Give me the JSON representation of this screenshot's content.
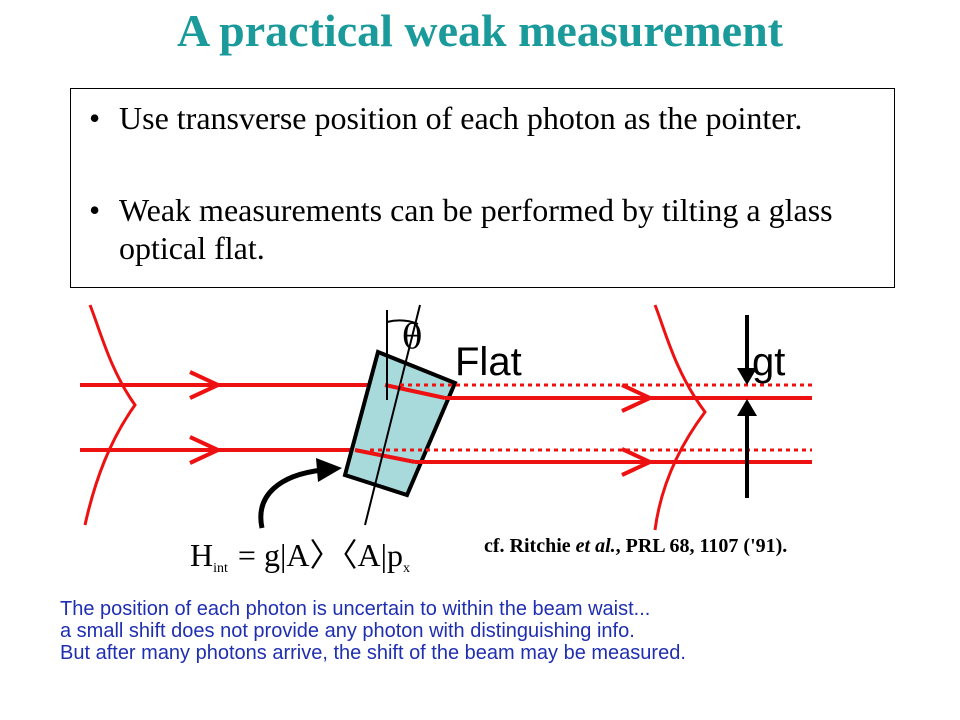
{
  "title": "A practical weak measurement",
  "bullets": [
    "Use transverse position of each photon as the pointer.",
    "Weak measurements can be performed by tilting a glass optical flat."
  ],
  "diagram": {
    "theta_label": "θ",
    "flat_label": "Flat",
    "shift_label": "gt",
    "hamiltonian": {
      "H": "H",
      "H_sub": "int",
      "rhs": "= g|A〉〈A|p",
      "p_sub": "x"
    },
    "citation": {
      "prefix": "cf. Ritchie ",
      "etal": "et al.",
      "suffix": ", PRL 68, 1107 ('91)."
    },
    "colors": {
      "beam": "#ee1111",
      "flat_fill": "#a8dadc",
      "outline": "#000000"
    }
  },
  "caption_lines": [
    "The position of each photon is uncertain to within the beam waist...",
    "a small shift does not provide any photon with distinguishing info.",
    "But after many photons arrive, the shift of the beam may be measured."
  ]
}
